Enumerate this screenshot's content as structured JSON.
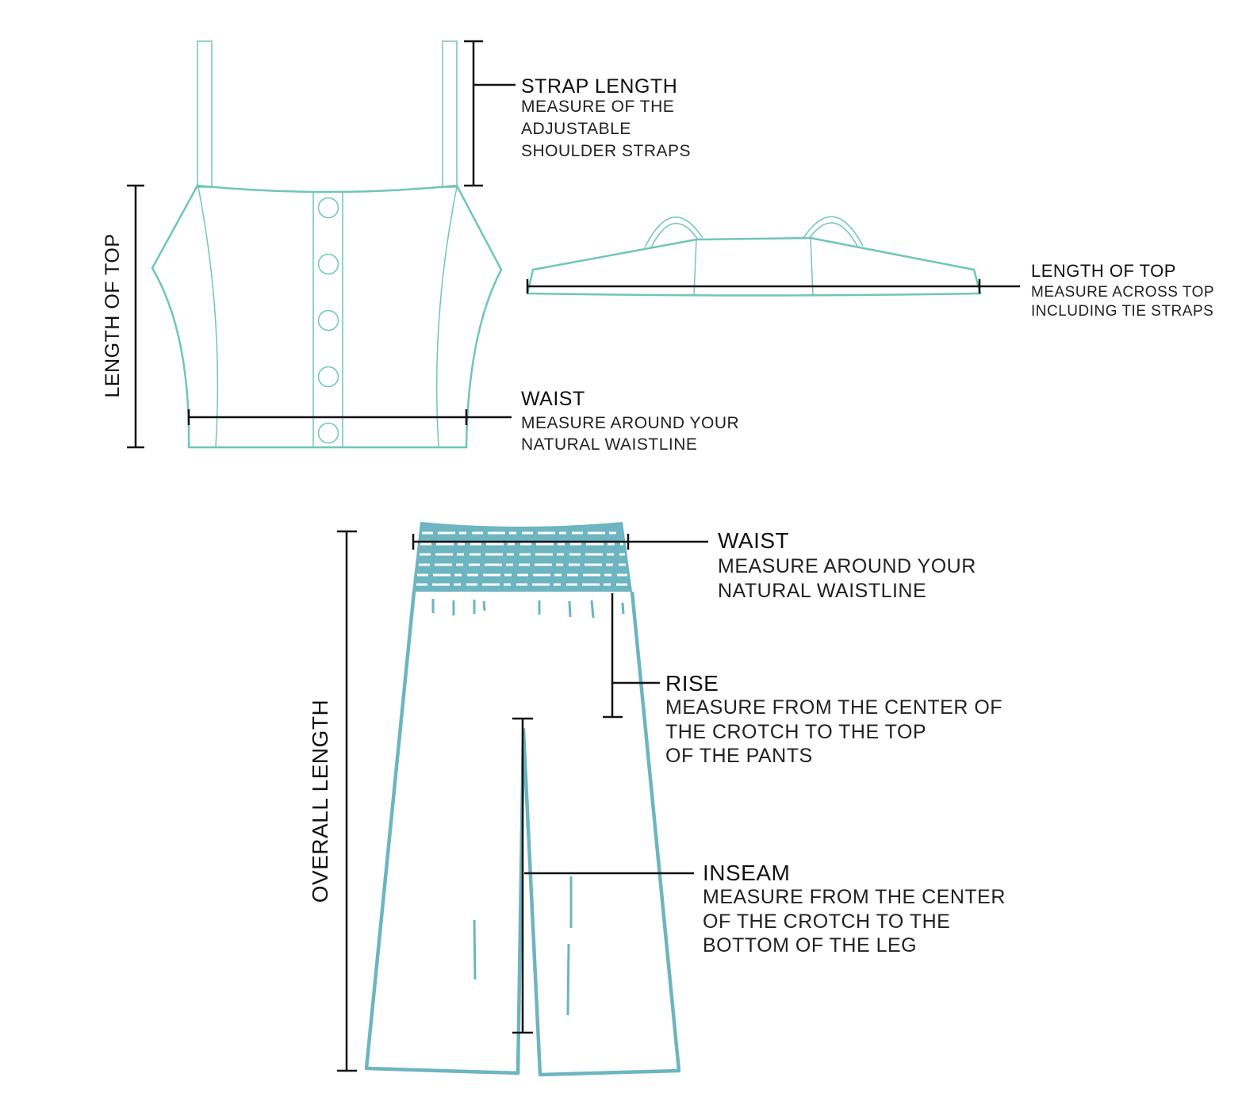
{
  "colors": {
    "top_outline": "#6fc6b7",
    "pants_outline": "#6cb5c1",
    "measure_lines": "#111111"
  },
  "top_front": {
    "strap_length": {
      "title": "STRAP LENGTH",
      "lines": [
        "MEASURE OF THE",
        "ADJUSTABLE",
        "SHOULDER STRAPS"
      ]
    },
    "length_of_top": "LENGTH OF TOP",
    "waist": {
      "title": "WAIST",
      "lines": [
        "MEASURE AROUND YOUR",
        "NATURAL WAISTLINE"
      ]
    }
  },
  "top_flat": {
    "length_of_top": {
      "title": "LENGTH OF TOP",
      "lines": [
        "MEASURE ACROSS TOP",
        "INCLUDING TIE STRAPS"
      ]
    }
  },
  "pants": {
    "overall_length": "OVERALL LENGTH",
    "waist": {
      "title": "WAIST",
      "lines": [
        "MEASURE AROUND YOUR",
        "NATURAL WAISTLINE"
      ]
    },
    "rise": {
      "title": "RISE",
      "lines": [
        "MEASURE FROM THE CENTER OF",
        "THE CROTCH TO THE TOP",
        "OF THE PANTS"
      ]
    },
    "inseam": {
      "title": "INSEAM",
      "lines": [
        "MEASURE FROM THE CENTER",
        "OF THE CROTCH TO THE",
        "BOTTOM OF THE LEG"
      ]
    }
  }
}
